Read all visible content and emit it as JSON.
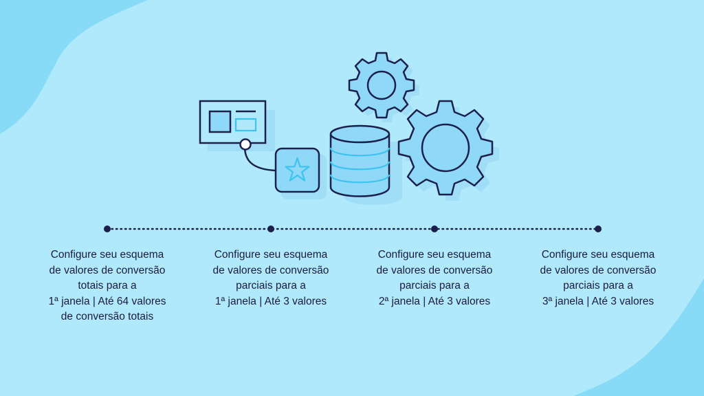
{
  "colors": {
    "background": "#afe9fb",
    "blob": "#87dbf7",
    "ink": "#1b1f4b",
    "fill_light": "#8fd8f7",
    "fill_shadow": "#a0def8",
    "accent": "#3ec3f0"
  },
  "icons": [
    "window-icon",
    "star-badge-icon",
    "database-icon",
    "small-gear-icon",
    "large-gear-icon"
  ],
  "steps": [
    {
      "text": "Configure seu esquema\nde valores de conversão\ntotais para a\n1ª janela | Até 64 valores\nde conversão totais"
    },
    {
      "text": "Configure seu esquema\nde valores de conversão\nparciais para a\n1ª janela | Até 3 valores"
    },
    {
      "text": "Configure seu esquema\nde valores de conversão\nparciais para a\n2ª janela | Até 3 valores"
    },
    {
      "text": "Configure seu esquema\nde valores de conversão\nparciais para a\n3ª janela | Até 3 valores"
    }
  ]
}
